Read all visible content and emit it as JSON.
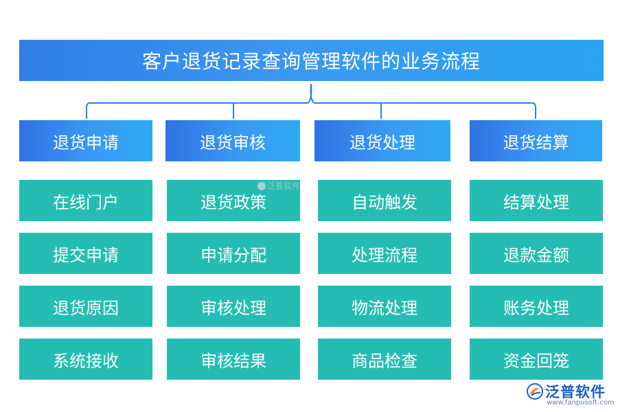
{
  "title": "客户退货记录查询管理软件的业务流程",
  "columns": [
    {
      "header": "退货申请",
      "items": [
        "在线门户",
        "提交申请",
        "退货原因",
        "系统接收"
      ]
    },
    {
      "header": "退货审核",
      "items": [
        "退货政策",
        "申请分配",
        "审核处理",
        "审核结果"
      ]
    },
    {
      "header": "退货处理",
      "items": [
        "自动触发",
        "处理流程",
        "物流处理",
        "商品检查"
      ]
    },
    {
      "header": "退货结算",
      "items": [
        "结算处理",
        "退款金额",
        "账务处理",
        "资金回笼"
      ]
    }
  ],
  "watermark": "泛普软件",
  "logo": {
    "name": "泛普软件",
    "url": "www.fanpusoft.com"
  },
  "colors": {
    "title_bg": "#2f7fe6",
    "header_bg": "#3a9af2",
    "item_bg": "#25bdb3",
    "connector": "#2f7fe6"
  }
}
